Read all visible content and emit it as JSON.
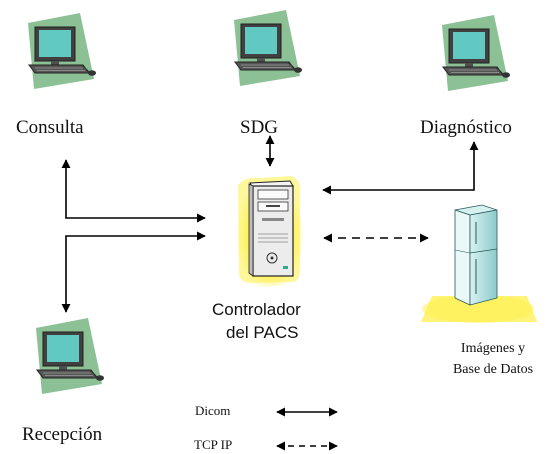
{
  "nodes": {
    "consulta": {
      "label": "Consulta"
    },
    "sdg": {
      "label": "SDG"
    },
    "diagnostico": {
      "label": "Diagnóstico"
    },
    "recepcion": {
      "label": "Recepción"
    },
    "controlador": {
      "line1": "Controlador",
      "line2": "del PACS"
    },
    "database": {
      "line1": "Imágenes y",
      "line2": "Base de Datos"
    }
  },
  "legend": {
    "dicom": {
      "label": "Dicom",
      "line_style": "solid",
      "arrows": "both"
    },
    "tcpip": {
      "label": "TCP IP",
      "line_style": "dashed",
      "arrows": "both"
    }
  },
  "icons": {
    "workstation": "computer-workstation-icon",
    "server": "server-tower-icon",
    "database": "database-cabinet-icon"
  },
  "colors": {
    "highlight_green": "#6fb07a",
    "screen_teal": "#62c8c2",
    "glow_yellow": "#fff04a",
    "server_body": "#ececec",
    "cabinet_teal": "#b2e2e2",
    "line": "#000000"
  }
}
